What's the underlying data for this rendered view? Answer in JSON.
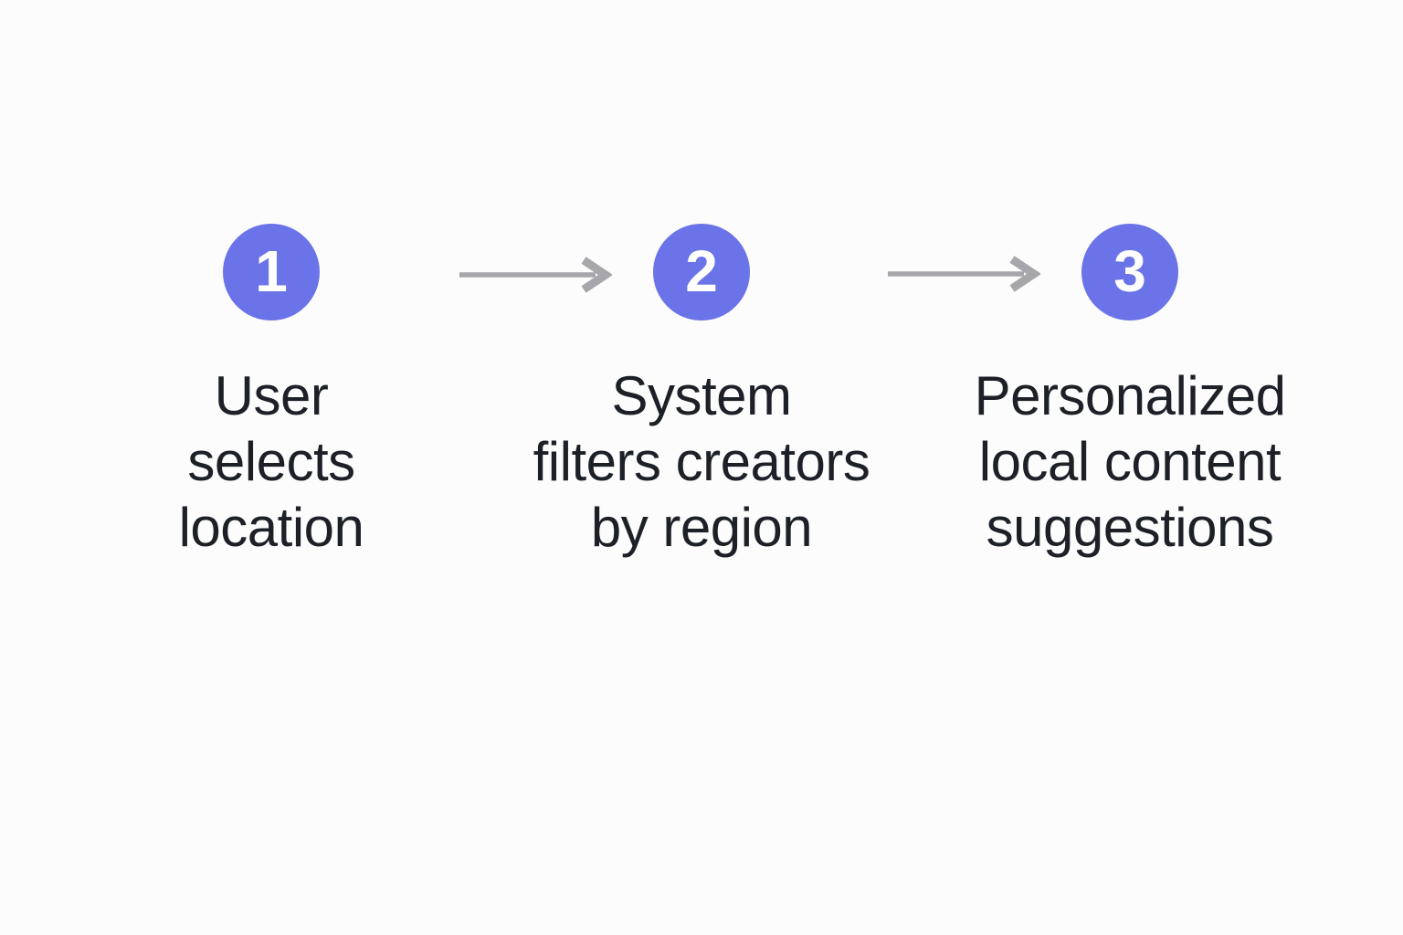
{
  "diagram": {
    "type": "process-flow",
    "orientation": "horizontal",
    "colors": {
      "background": "#fcfcfc",
      "step_circle": "#6b73e8",
      "step_number": "#ffffff",
      "arrow": "#a7a7ab",
      "label_text": "#1d2127"
    },
    "icons": {
      "connector": "right-arrow"
    },
    "steps": [
      {
        "number": "1",
        "label": "User selects location",
        "lines": [
          "User",
          "selects",
          "location"
        ]
      },
      {
        "number": "2",
        "label": "System filters creators by region",
        "lines": [
          "System",
          "filters creators",
          "by region"
        ]
      },
      {
        "number": "3",
        "label": "Personalized local content suggestions",
        "lines": [
          "Personalized",
          "local content",
          "suggestions"
        ]
      }
    ]
  }
}
